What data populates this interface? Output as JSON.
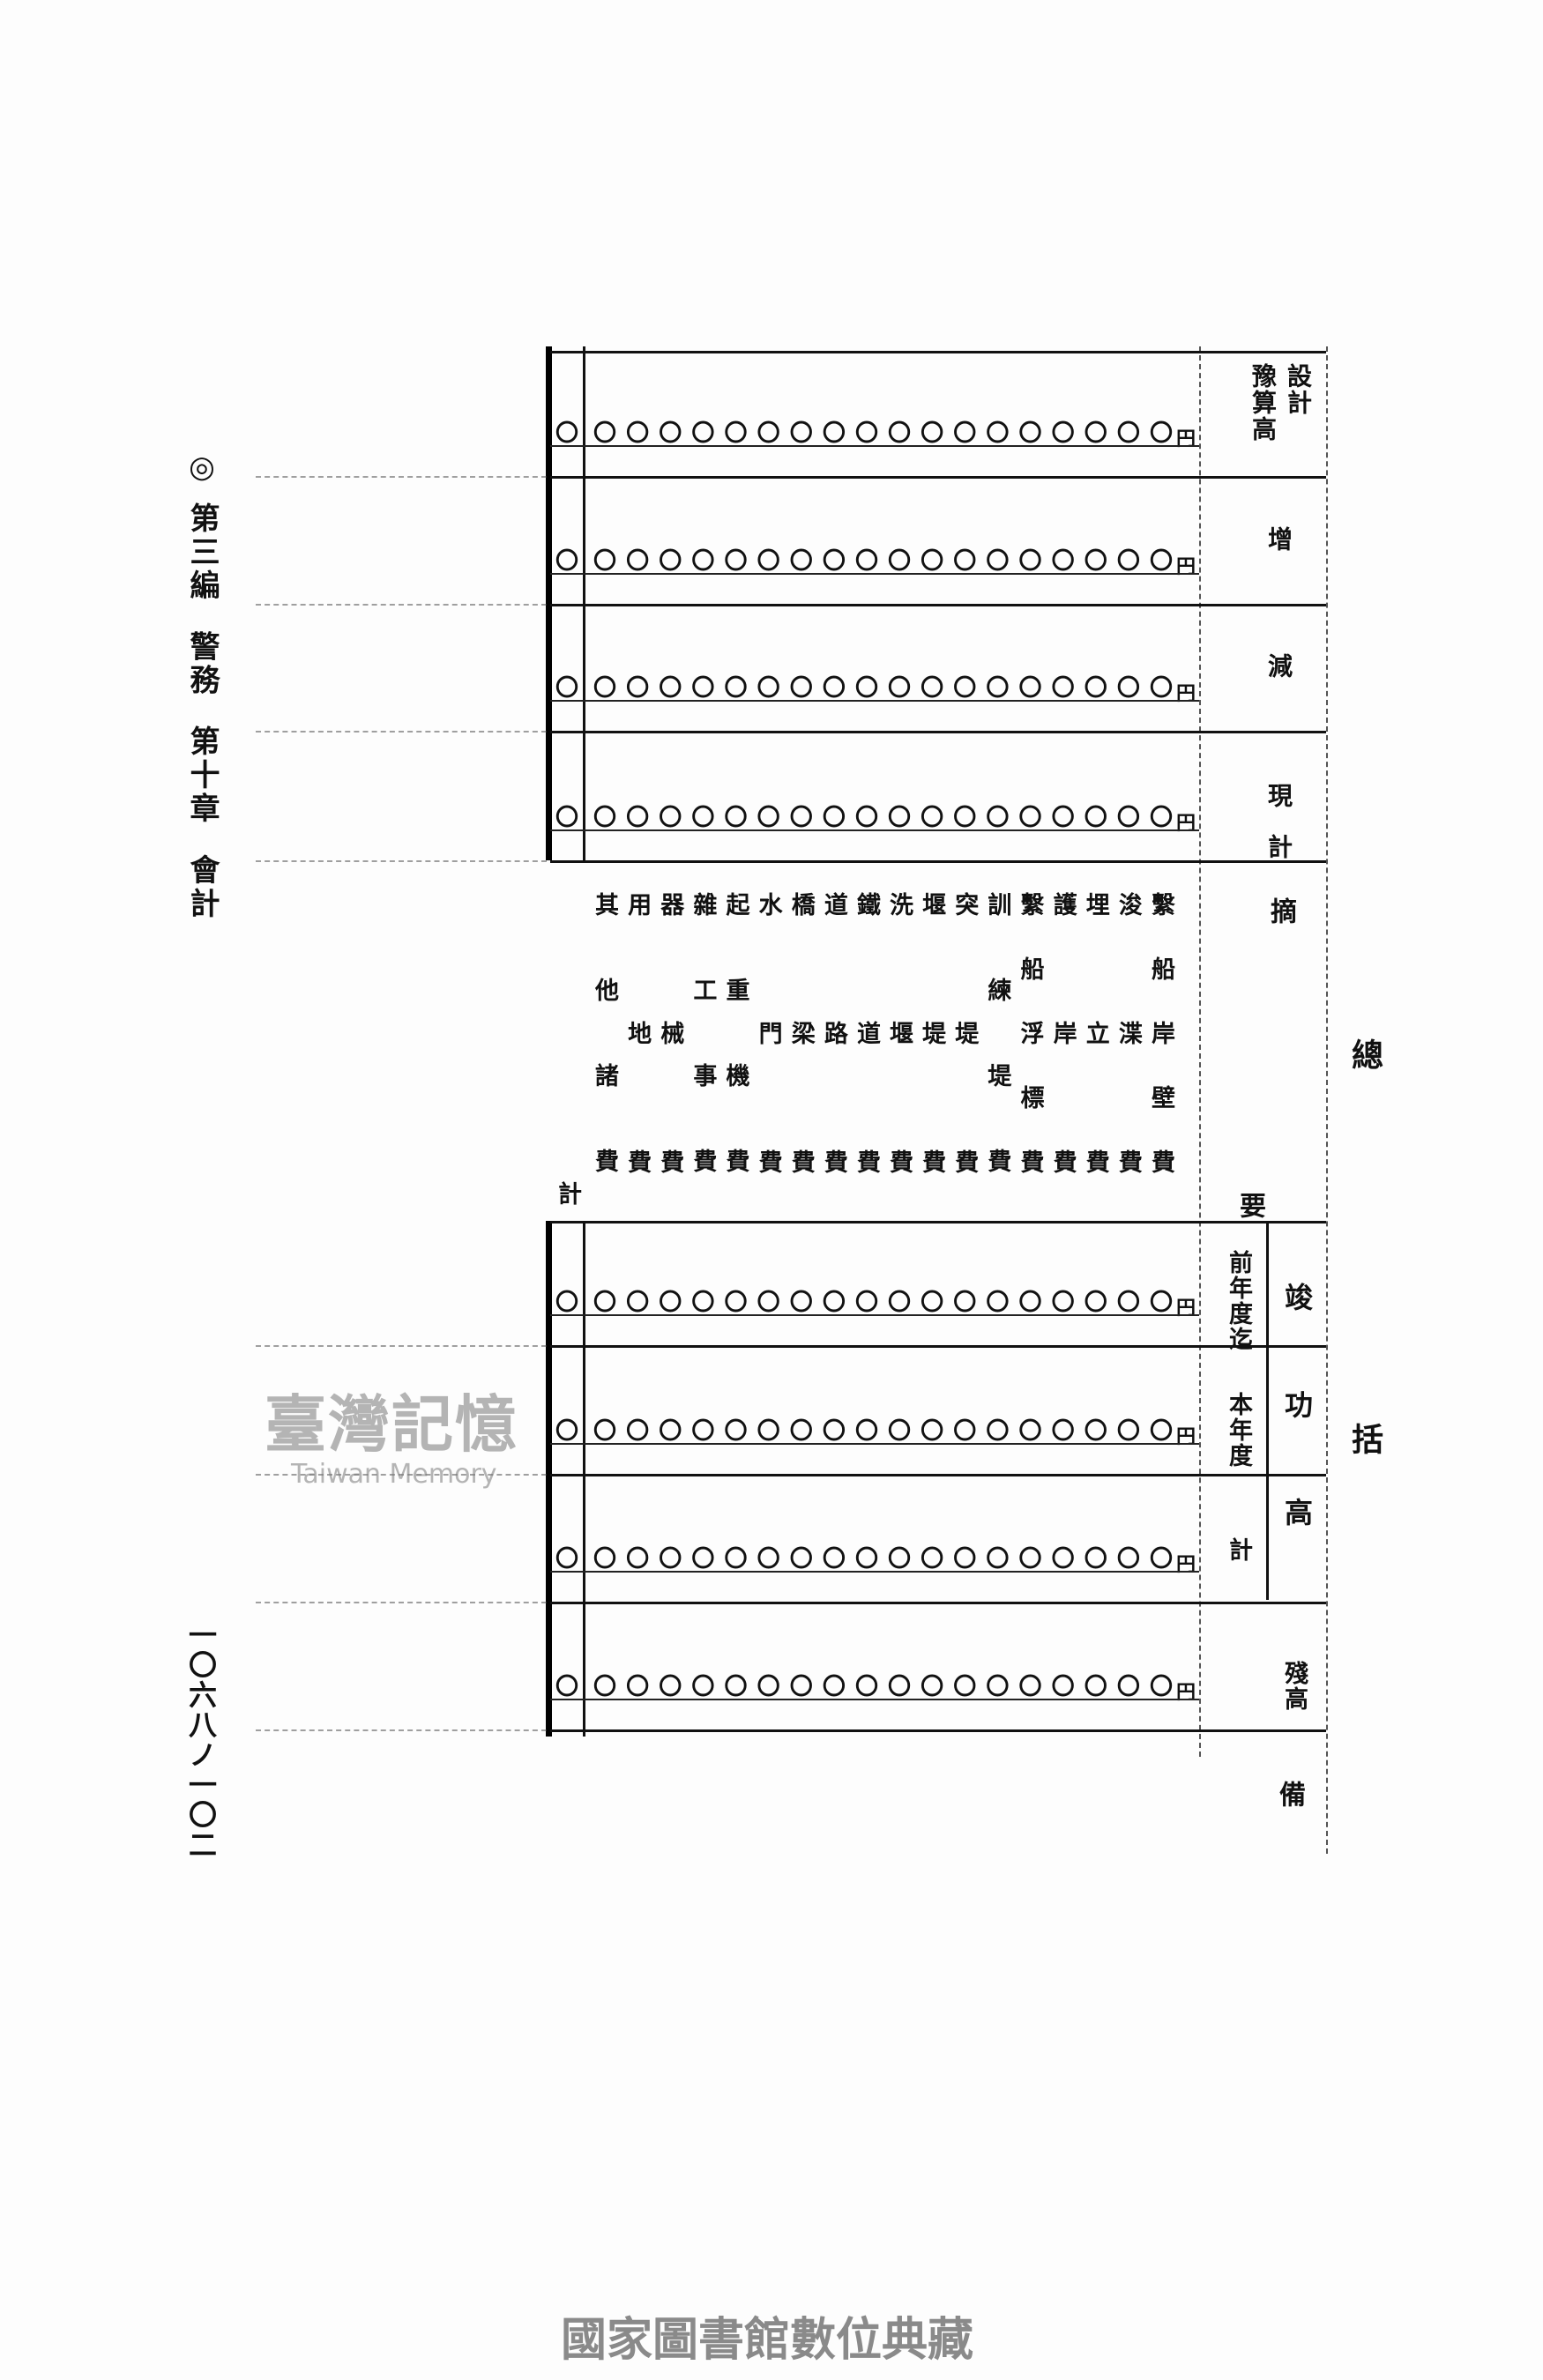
{
  "title": {
    "first": "總",
    "second": "括"
  },
  "section1": {
    "header_label": "摘",
    "rows": [
      {
        "label_lines": [
          "設計",
          "豫算高"
        ],
        "unit": "円",
        "total": "〇"
      },
      {
        "label_lines": [
          "增"
        ],
        "unit": "円",
        "total": "〇"
      },
      {
        "label_lines": [
          "減"
        ],
        "unit": "円",
        "total": "〇"
      },
      {
        "label_lines": [
          "現計"
        ],
        "unit": "円",
        "total": "〇"
      }
    ]
  },
  "items_header": "要",
  "items": [
    "繫船岸壁費",
    "浚渫費",
    "埋立費",
    "護岸費",
    "繫船浮標費",
    "訓練堤費",
    "突堤費",
    "堰堤費",
    "洗堰費",
    "鐵道費",
    "道路費",
    "橋梁費",
    "水門費",
    "起重機費",
    "雜工事費",
    "器械費",
    "用地費",
    "其他諸費"
  ],
  "items_total_label": "計",
  "zero_value": "〇",
  "section2": {
    "group_label": "竣功高",
    "rows": [
      {
        "label": "前年度迄",
        "unit": "円",
        "total": "〇"
      },
      {
        "label": "本年度",
        "unit": "円",
        "total": "〇"
      },
      {
        "label": "計",
        "unit": "円",
        "total": "〇"
      },
      {
        "label": "殘高",
        "unit": "円",
        "total": "〇"
      }
    ],
    "remarks_label": "備"
  },
  "footer": {
    "mark": "◎",
    "part": "第三編",
    "section": "警務",
    "chapter": "第十章",
    "topic": "會計",
    "page_number": "一〇六八ノ一〇二"
  },
  "watermark": {
    "main": "臺灣記憶",
    "sub": "Taiwan Memory"
  },
  "source_credit": "國家圖書館數位典藏"
}
